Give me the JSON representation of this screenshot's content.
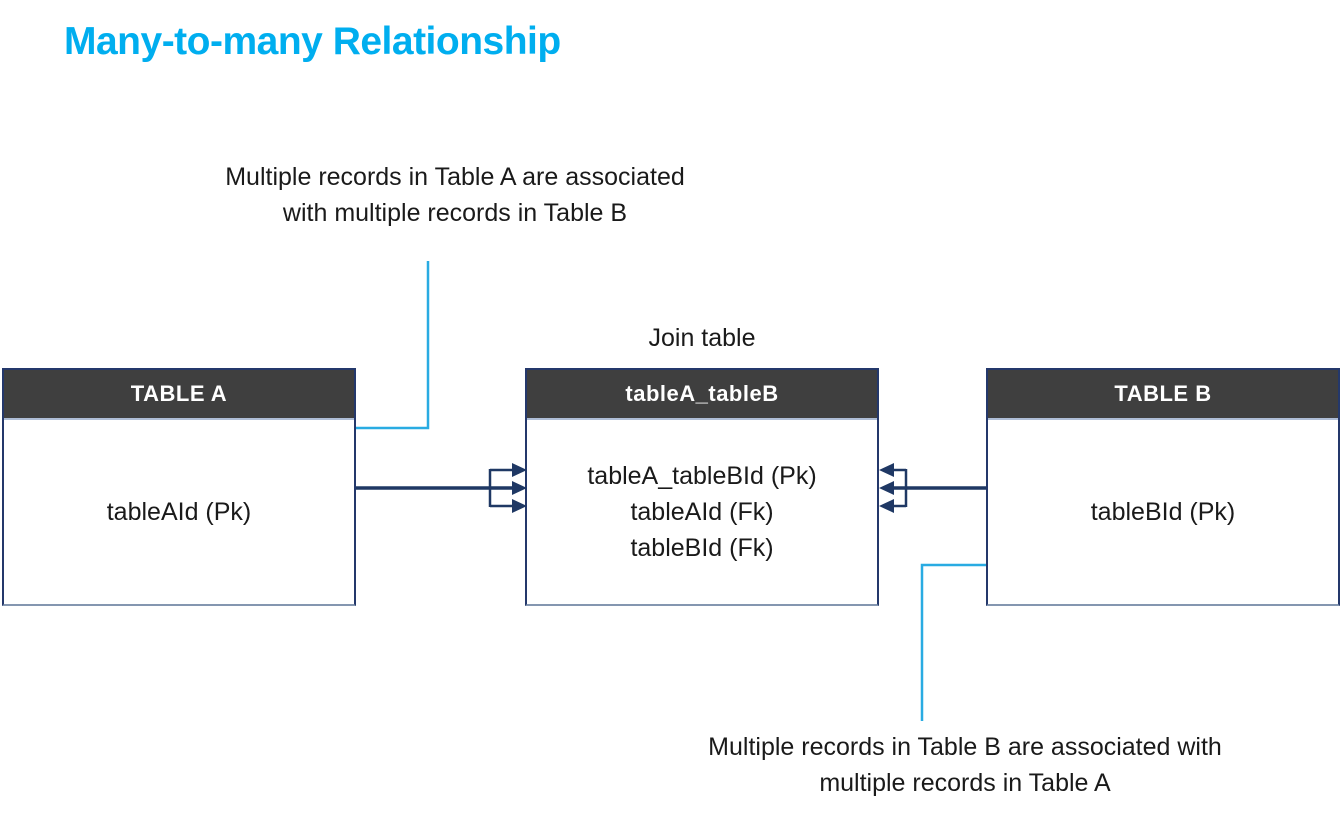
{
  "title": "Many-to-many Relationship",
  "colors": {
    "title": "#00AEEF",
    "callout_line": "#29ABE2",
    "relation_line": "#1F3864",
    "header_bg": "#3F3F3F",
    "header_text": "#FFFFFF",
    "box_border_dark": "#24386B",
    "box_border_light": "#8496B0",
    "body_text": "#1A1A1A"
  },
  "labels": {
    "join_table": "Join table"
  },
  "annotations": {
    "top": {
      "line1": "Multiple records in Table A are associated",
      "line2": "with multiple records in Table B"
    },
    "bottom": {
      "line1": "Multiple records in Table B are associated with",
      "line2": "multiple records in Table A"
    }
  },
  "tables": {
    "table_a": {
      "title": "TABLE A",
      "rows": [
        "tableAId (Pk)"
      ]
    },
    "join_table": {
      "title": "tableA_tableB",
      "rows": [
        "tableA_tableBId (Pk)",
        "tableAId (Fk)",
        "tableBId (Fk)"
      ]
    },
    "table_b": {
      "title": "TABLE B",
      "rows": [
        "tableBId (Pk)"
      ]
    }
  }
}
